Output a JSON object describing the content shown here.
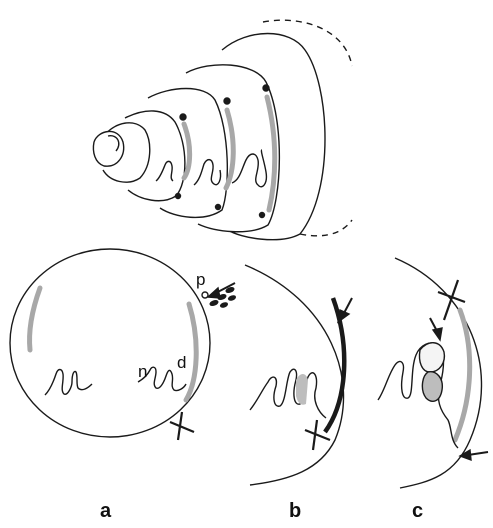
{
  "labels": {
    "panel_a": "a",
    "panel_b": "b",
    "panel_c": "c",
    "p": "p",
    "n": "n",
    "d": "d"
  },
  "colors": {
    "stroke": "#1a1a1a",
    "gray_band": "#a8a8a8",
    "fill_light": "#f4f4f4",
    "fill_mid": "#bdbdbd"
  }
}
